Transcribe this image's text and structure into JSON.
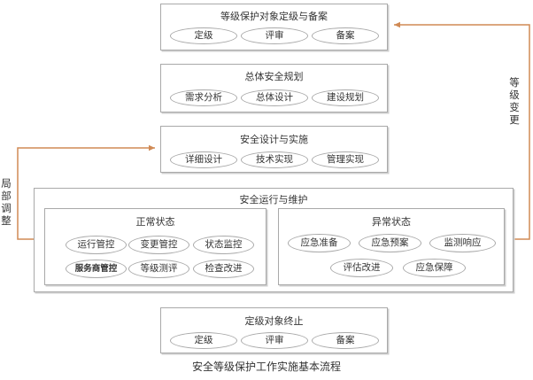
{
  "boxes": {
    "grading": {
      "title": "等级保护对象定级与备案",
      "items": [
        "定级",
        "评审",
        "备案"
      ]
    },
    "planning": {
      "title": "总体安全规划",
      "items": [
        "需求分析",
        "总体设计",
        "建设规划"
      ]
    },
    "design": {
      "title": "安全设计与实施",
      "items": [
        "详细设计",
        "技术实现",
        "管理实现"
      ]
    },
    "operation": {
      "title": "安全运行与维护",
      "normal": {
        "title": "正常状态",
        "items": [
          "运行管控",
          "变更管控",
          "状态监控",
          "服务商管控",
          "等级测评",
          "检查改进"
        ]
      },
      "abnormal": {
        "title": "异常状态",
        "items": [
          "应急准备",
          "应急预案",
          "监测响应",
          "评估改进",
          "应急保障"
        ]
      }
    },
    "termination": {
      "title": "定级对象终止",
      "items": [
        "定级",
        "评审",
        "备案"
      ]
    }
  },
  "side_labels": {
    "left": [
      "局",
      "部",
      "调",
      "整"
    ],
    "right": [
      "等",
      "级",
      "变",
      "更"
    ]
  },
  "caption": "安全等级保护工作实施基本流程",
  "colors": {
    "arrow": "#d08a55",
    "border": "#a9a9a9"
  }
}
